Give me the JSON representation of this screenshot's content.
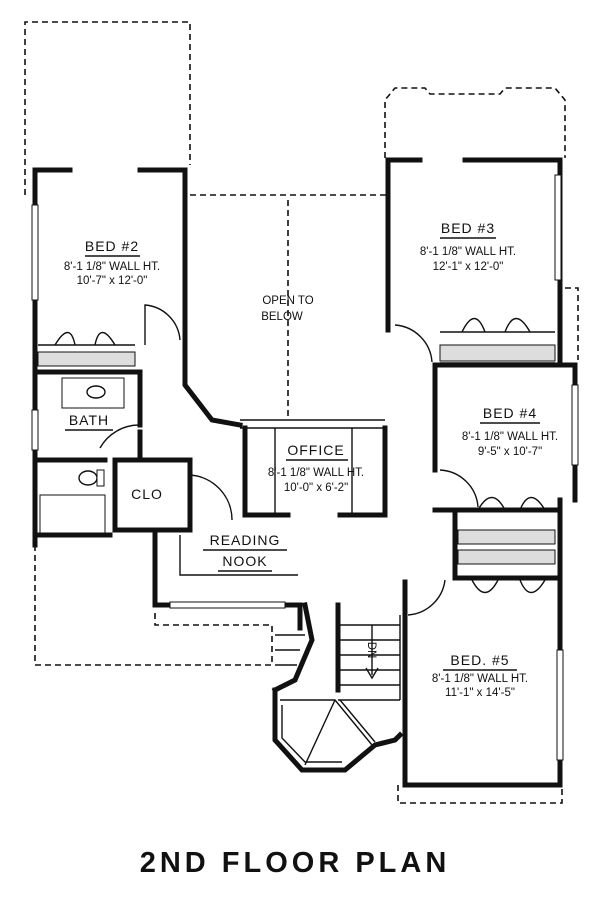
{
  "plan": {
    "title": "2ND FLOOR PLAN",
    "rooms": {
      "bed2": {
        "name": "BED #2",
        "wall_height": "8'-1 1/8\" WALL HT.",
        "dimensions": "10'-7\" x 12'-0\""
      },
      "bed3": {
        "name": "BED #3",
        "wall_height": "8'-1 1/8\" WALL HT.",
        "dimensions": "12'-1\" x 12'-0\""
      },
      "bed4": {
        "name": "BED #4",
        "wall_height": "8'-1 1/8\" WALL HT.",
        "dimensions": "9'-5\" x 10'-7\""
      },
      "bed5": {
        "name": "BED. #5",
        "wall_height": "8'-1 1/8\" WALL HT.",
        "dimensions": "11'-1\" x 14'-5\""
      },
      "office": {
        "name": "OFFICE",
        "wall_height": "8'-1 1/8\" WALL HT.",
        "dimensions": "10'-0\" x 6'-2\""
      },
      "open_to_below": {
        "line1": "OPEN TO",
        "line2": "BELOW"
      },
      "bath": {
        "name": "BATH"
      },
      "clo": {
        "name": "CLO"
      },
      "reading_nook": {
        "line1": "READING",
        "line2": "NOOK"
      },
      "stair": {
        "label": "DN"
      }
    }
  }
}
